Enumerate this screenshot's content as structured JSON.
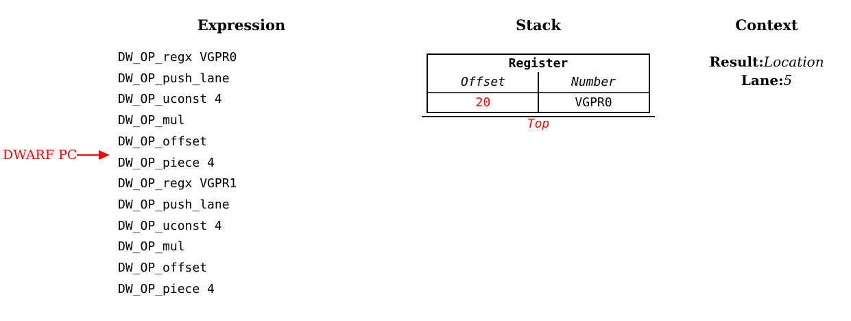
{
  "diagram": {
    "expression": {
      "title": "Expression",
      "pc_label": "DWARF PC",
      "ops": [
        "DW_OP_regx VGPR0",
        "DW_OP_push_lane",
        "DW_OP_uconst 4",
        "DW_OP_mul",
        "DW_OP_offset",
        "DW_OP_piece 4",
        "DW_OP_regx VGPR1",
        "DW_OP_push_lane",
        "DW_OP_uconst 4",
        "DW_OP_mul",
        "DW_OP_offset",
        "DW_OP_piece 4"
      ]
    },
    "stack": {
      "title": "Stack",
      "entry": {
        "type_label": "Register",
        "columns": [
          "Offset",
          "Number"
        ],
        "values": {
          "offset": "20",
          "number": "VGPR0"
        }
      },
      "top_label": "Top"
    },
    "context": {
      "title": "Context",
      "rows": [
        {
          "label": "Result:",
          "value": "Location"
        },
        {
          "label": "Lane:",
          "value": "5"
        }
      ]
    },
    "colors": {
      "highlight": "#ff0000",
      "text": "#000000"
    }
  }
}
